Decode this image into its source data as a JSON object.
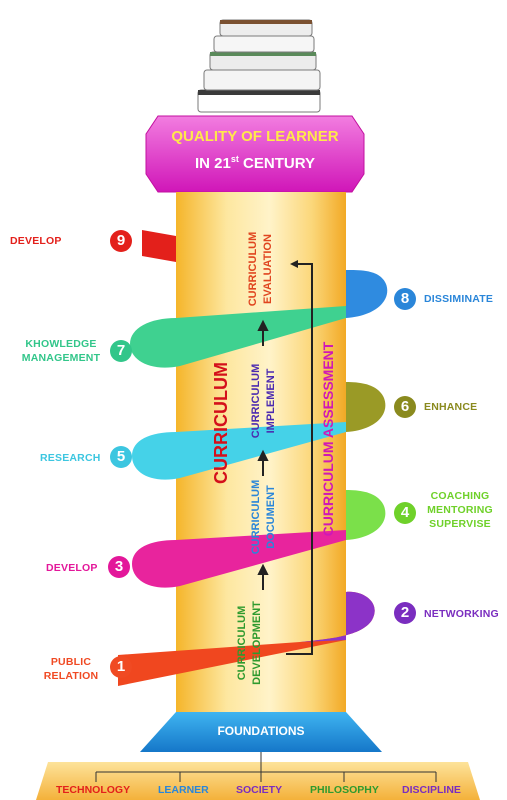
{
  "title": {
    "line1": "QUALITY OF LEARNER",
    "line2_prefix": "IN 21",
    "line2_sup": "st",
    "line2_suffix": " CENTURY"
  },
  "steps": [
    {
      "num": "1",
      "label_lines": [
        "PUBLIC",
        "RELATION"
      ],
      "color": "#f04a23"
    },
    {
      "num": "2",
      "label_lines": [
        "NETWORKING"
      ],
      "color": "#7a2dbf"
    },
    {
      "num": "3",
      "label_lines": [
        "DEVELOP"
      ],
      "color": "#e3179a"
    },
    {
      "num": "4",
      "label_lines": [
        "COACHING",
        "MENTORING",
        "SUPERVISE"
      ],
      "color": "#6fd12a"
    },
    {
      "num": "5",
      "label_lines": [
        "RESEARCH"
      ],
      "color": "#3cc6e0"
    },
    {
      "num": "6",
      "label_lines": [
        "ENHANCE"
      ],
      "color": "#8a8a1e"
    },
    {
      "num": "7",
      "label_lines": [
        "KHOWLEDGE",
        "MANAGEMENT"
      ],
      "color": "#32c68a"
    },
    {
      "num": "8",
      "label_lines": [
        "DISSIMINATE"
      ],
      "color": "#2a86d9"
    },
    {
      "num": "9",
      "label_lines": [
        "DEVELOP"
      ],
      "color": "#e3201b"
    }
  ],
  "curriculum": {
    "main": "CURRICULUM",
    "assessment": "CURRICULUM ASSESSMENT",
    "stages": [
      {
        "line1": "CURRICULUM",
        "line2": "DEVELOPMENT",
        "color": "#2e9a2e"
      },
      {
        "line1": "CURRICULUM",
        "line2": "DOCUMENT",
        "color": "#2a86d9"
      },
      {
        "line1": "CURRICULUM",
        "line2": "IMPLEMENT",
        "color": "#4b2ab0"
      },
      {
        "line1": "CURRICULUM",
        "line2": "EVALUATION",
        "color": "#e0451f"
      }
    ]
  },
  "foundations": {
    "label": "FOUNDATIONS",
    "items": [
      {
        "text": "TECHNOLOGY",
        "color": "#e3201b"
      },
      {
        "text": "LEARNER",
        "color": "#2a86d9"
      },
      {
        "text": "SOCIETY",
        "color": "#7a2dbf"
      },
      {
        "text": "PHILOSOPHY",
        "color": "#2e9a2e"
      },
      {
        "text": "DISCIPLINE",
        "color": "#7a2dbf"
      }
    ]
  }
}
